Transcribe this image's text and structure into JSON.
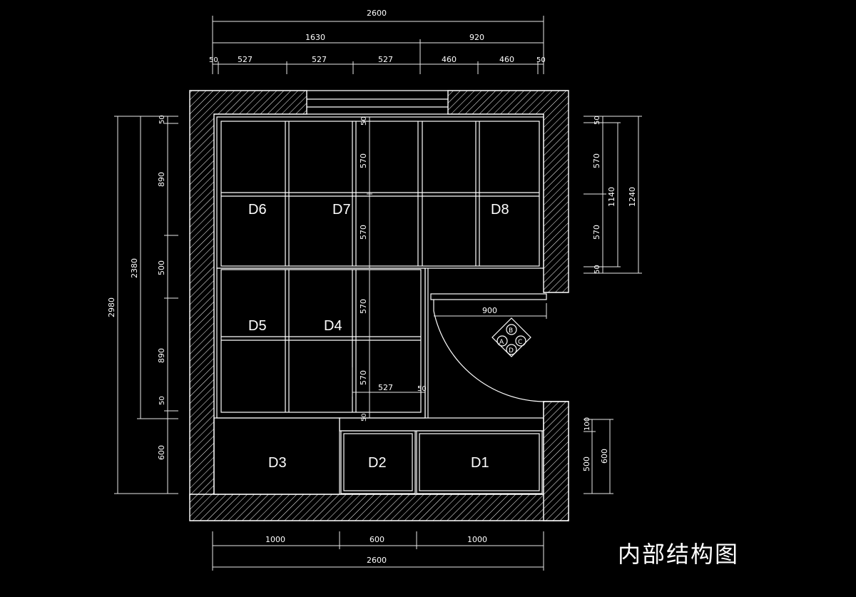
{
  "title": "内部结构图",
  "top_dims": {
    "overall": "2600",
    "left_group": "1630",
    "right_group": "920",
    "edge_left": "50",
    "col1": "527",
    "col2": "527",
    "col3": "527",
    "col4": "460",
    "col5": "460",
    "edge_right": "50"
  },
  "bottom_dims": {
    "d3": "1000",
    "d2": "600",
    "d1": "1000",
    "overall": "2600"
  },
  "left_dims": {
    "overall": "2980",
    "upper": "2380",
    "top_edge": "50",
    "row_a": "890",
    "row_b": "500",
    "row_c": "890",
    "bottom_edge": "50",
    "base": "600"
  },
  "right_dims": {
    "edge_top": "50",
    "row1": "570",
    "row2": "570",
    "edge_bottom": "50",
    "inner": "1140",
    "outer": "1240",
    "base_small": "100",
    "base_mid": "500",
    "base_outer": "600"
  },
  "inner_dims": {
    "upper1": "570",
    "upper2": "570",
    "lower1": "570",
    "lower2": "570",
    "gap": "50",
    "cell_w": "527",
    "cell_gap": "50",
    "small": "50",
    "door": "900"
  },
  "rooms": {
    "d1": "D1",
    "d2": "D2",
    "d3": "D3",
    "d4": "D4",
    "d5": "D5",
    "d6": "D6",
    "d7": "D7",
    "d8": "D8"
  },
  "compass": {
    "a": "A",
    "b": "B",
    "c": "C",
    "d": "D"
  }
}
